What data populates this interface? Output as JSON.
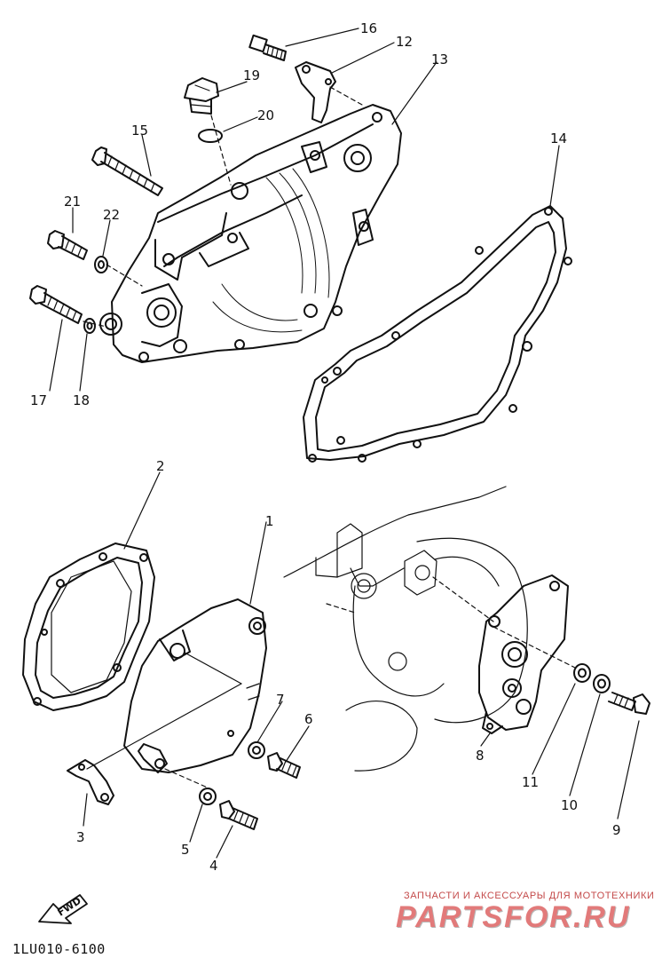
{
  "diagram": {
    "part_numbers": {
      "p1": "1",
      "p2": "2",
      "p3": "3",
      "p4": "4",
      "p5": "5",
      "p6": "6",
      "p7": "7",
      "p8": "8",
      "p9": "9",
      "p10": "10",
      "p11": "11",
      "p12": "12",
      "p13": "13",
      "p14": "14",
      "p15": "15",
      "p16": "16",
      "p17": "17",
      "p18": "18",
      "p19": "19",
      "p20": "20",
      "p21": "21",
      "p22": "22"
    },
    "direction_marker": "FWD",
    "diagram_code": "1LU010-6100"
  },
  "watermark": {
    "subtitle": "ЗАПЧАСТИ И АКСЕССУАРЫ ДЛЯ МОТОТЕХНИКИ",
    "brand": "PARTSFOR.RU",
    "colors": {
      "subtitle": "#c44a4a",
      "brand_primary": "#e27a7a",
      "brand_secondary": "#b7b7b7"
    }
  },
  "colors": {
    "line": "#111111",
    "background": "#ffffff"
  }
}
